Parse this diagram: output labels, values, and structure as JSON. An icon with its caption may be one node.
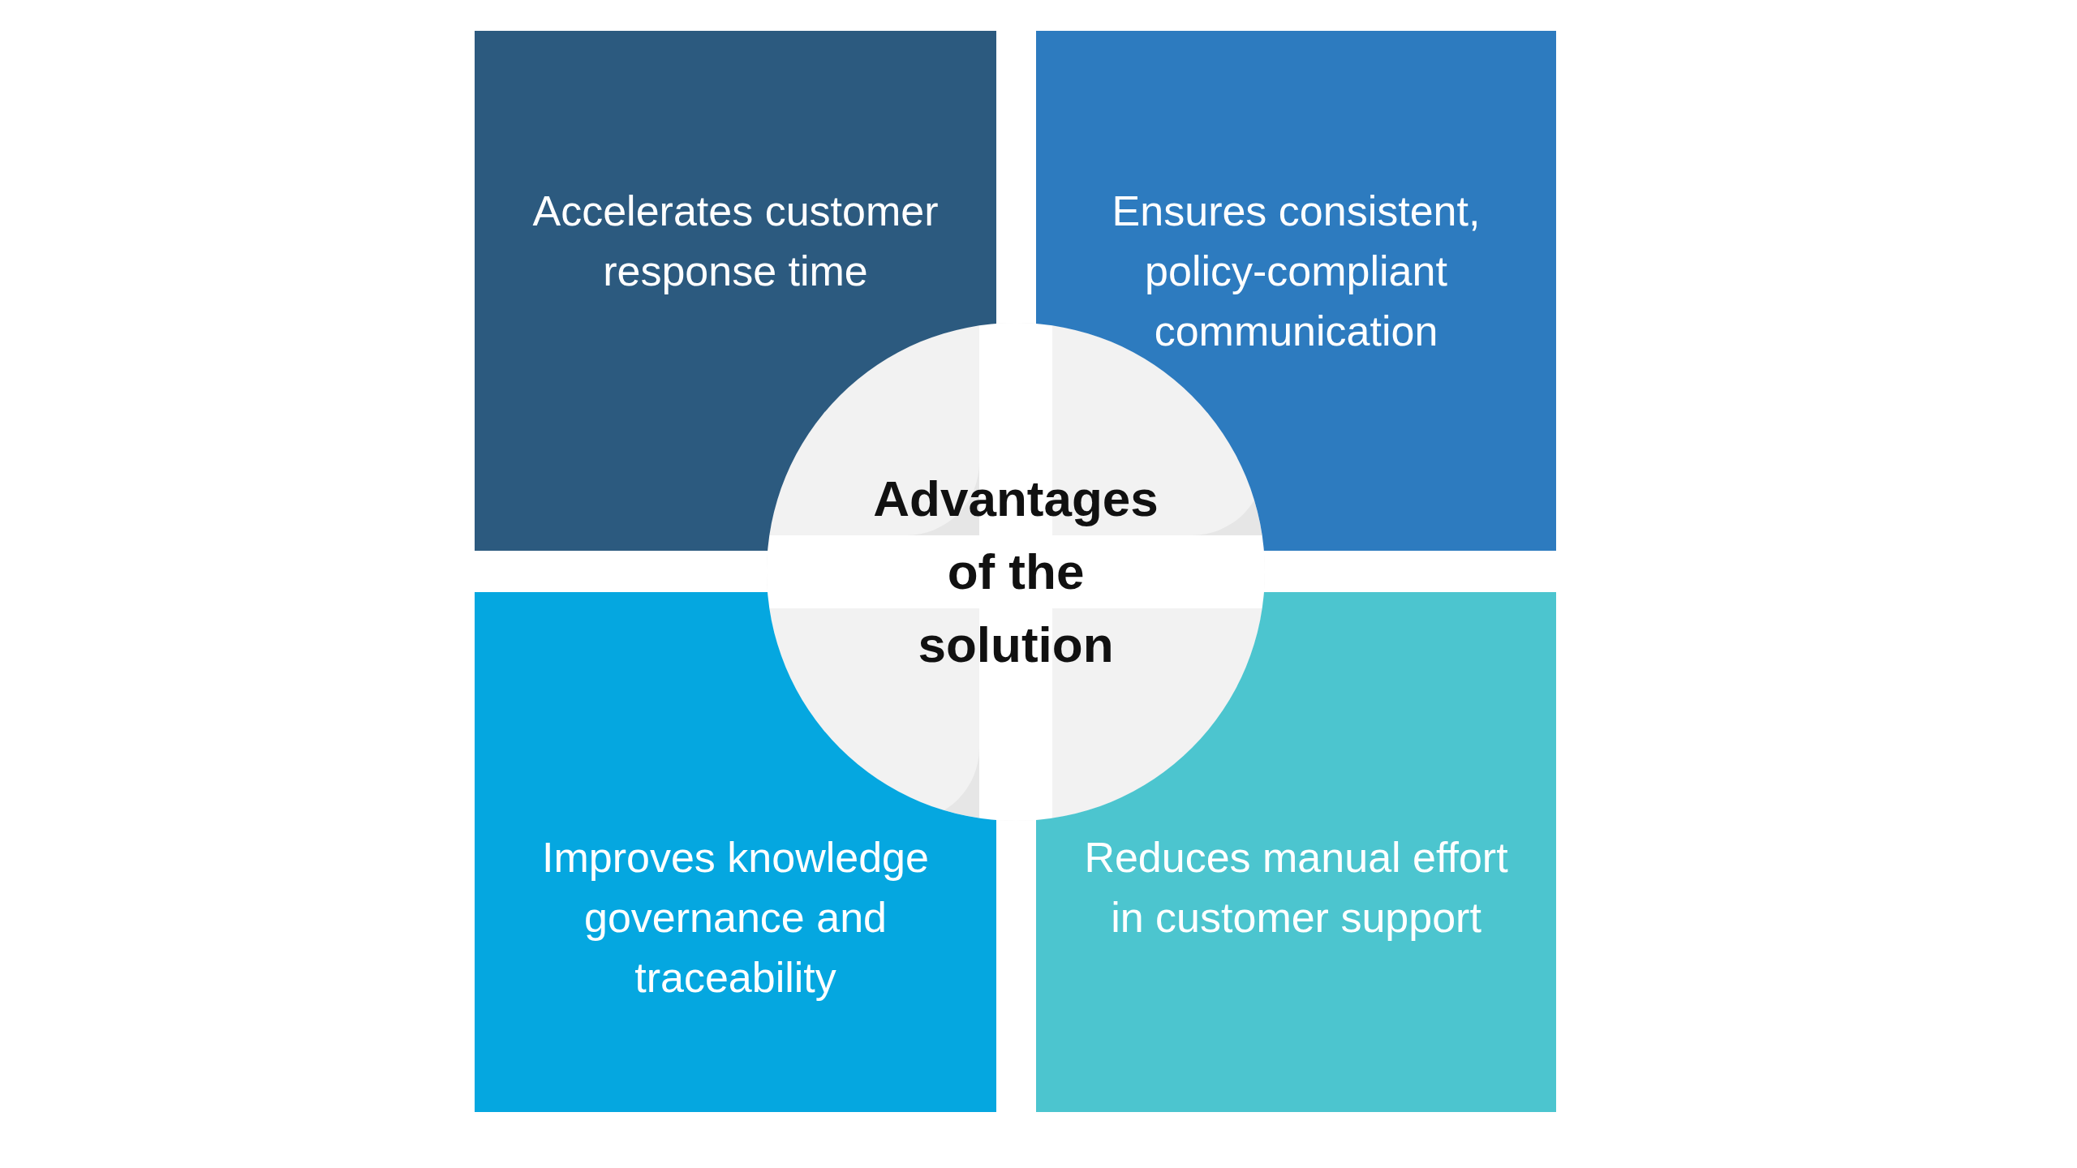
{
  "diagram": {
    "nodes": [
      {
        "text": [
          "Accelerates customer response time"
        ]
      },
      {
        "text": [
          "Ensures consistent, policy-compliant communication"
        ]
      },
      {
        "text": [
          "Improves knowledge governance and traceability"
        ]
      },
      {
        "text": [
          "Reduces manual effort in customer support"
        ]
      },
      {
        "text": [
          "Advantages of the solution"
        ]
      }
    ]
  }
}
